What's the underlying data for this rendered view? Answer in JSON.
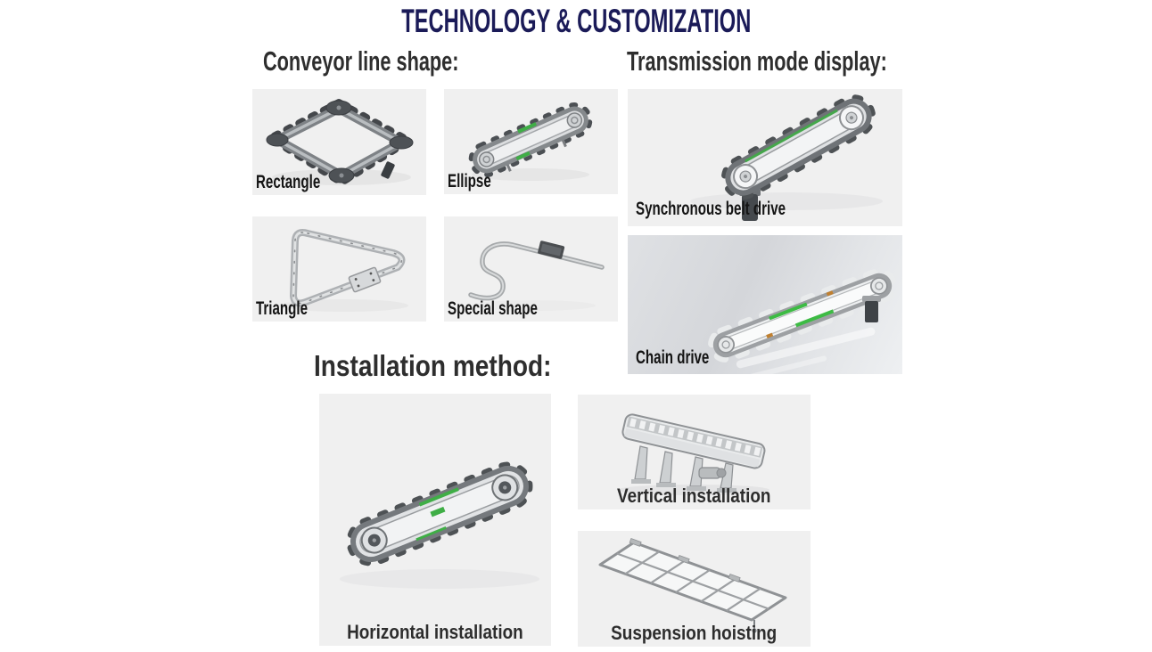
{
  "page": {
    "title": "TECHNOLOGY & CUSTOMIZATION"
  },
  "colors": {
    "title_navy": "#1b1b58",
    "heading_dark": "#2e2e2e",
    "label_dark": "#141414",
    "tile_gray": "#f0f0f0",
    "accent_green": "#3fae46"
  },
  "sections": {
    "conveyor_line_shape": {
      "heading": "Conveyor line shape:",
      "items": [
        {
          "label": "Rectangle",
          "icon": "rectangle-conveyor-image"
        },
        {
          "label": "Ellipse",
          "icon": "ellipse-conveyor-image"
        },
        {
          "label": "Triangle",
          "icon": "triangle-conveyor-image"
        },
        {
          "label": "Special shape",
          "icon": "special-shape-conveyor-image"
        }
      ]
    },
    "transmission_mode_display": {
      "heading": "Transmission mode display:",
      "items": [
        {
          "label": "Synchronous belt drive",
          "icon": "synchronous-belt-drive-image"
        },
        {
          "label": "Chain drive",
          "icon": "chain-drive-image"
        }
      ]
    },
    "installation_method": {
      "heading": "Installation method:",
      "items": [
        {
          "label": "Horizontal installation",
          "icon": "horizontal-installation-image"
        },
        {
          "label": "Vertical installation",
          "icon": "vertical-installation-image"
        },
        {
          "label": "Suspension hoisting",
          "icon": "suspension-hoisting-image"
        }
      ]
    }
  }
}
